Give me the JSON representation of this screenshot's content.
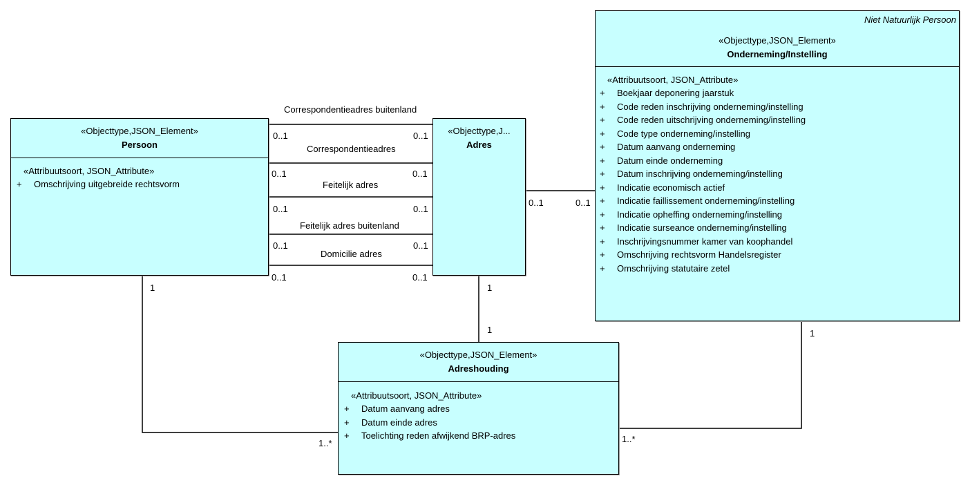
{
  "classes": {
    "persoon": {
      "stereotype": "«Objecttype,JSON_Element»",
      "name": "Persoon",
      "attr_stereotype": "«Attribuutsoort, JSON_Attribute»",
      "attributes": [
        {
          "visibility": "+",
          "name": "Omschrijving uitgebreide rechtsvorm"
        }
      ]
    },
    "adres": {
      "stereotype": "«Objecttype,J...",
      "name": "Adres"
    },
    "onderneming": {
      "tag": "Niet Natuurlijk Persoon",
      "stereotype": "«Objecttype,JSON_Element»",
      "name": "Onderneming/Instelling",
      "attr_stereotype": "«Attribuutsoort, JSON_Attribute»",
      "attributes": [
        {
          "visibility": "+",
          "name": "Boekjaar deponering jaarstuk"
        },
        {
          "visibility": "+",
          "name": "Code reden inschrijving onderneming/instelling"
        },
        {
          "visibility": "+",
          "name": "Code reden uitschrijving onderneming/instelling"
        },
        {
          "visibility": "+",
          "name": "Code type onderneming/instelling"
        },
        {
          "visibility": "+",
          "name": "Datum aanvang onderneming"
        },
        {
          "visibility": "+",
          "name": "Datum einde onderneming"
        },
        {
          "visibility": "+",
          "name": "Datum inschrijving onderneming/instelling"
        },
        {
          "visibility": "+",
          "name": "Indicatie economisch actief"
        },
        {
          "visibility": "+",
          "name": "Indicatie faillissement onderneming/instelling"
        },
        {
          "visibility": "+",
          "name": "Indicatie opheffing onderneming/instelling"
        },
        {
          "visibility": "+",
          "name": "Indicatie surseance onderneming/instelling"
        },
        {
          "visibility": "+",
          "name": "Inschrijvingsnummer kamer van koophandel"
        },
        {
          "visibility": "+",
          "name": "Omschrijving rechtsvorm Handelsregister"
        },
        {
          "visibility": "+",
          "name": "Omschrijving statutaire zetel"
        }
      ]
    },
    "adreshouding": {
      "stereotype": "«Objecttype,JSON_Element»",
      "name": "Adreshouding",
      "attr_stereotype": "«Attribuutsoort, JSON_Attribute»",
      "attributes": [
        {
          "visibility": "+",
          "name": "Datum aanvang adres"
        },
        {
          "visibility": "+",
          "name": "Datum einde adres"
        },
        {
          "visibility": "+",
          "name": "Toelichting reden afwijkend BRP-adres"
        }
      ]
    }
  },
  "associations": [
    {
      "name": "Correspondentieadres buitenland",
      "source_mult": "0..1",
      "target_mult": "0..1"
    },
    {
      "name": "Correspondentieadres",
      "source_mult": "0..1",
      "target_mult": "0..1"
    },
    {
      "name": "Feitelijk adres",
      "source_mult": "0..1",
      "target_mult": "0..1"
    },
    {
      "name": "Feitelijk adres buitenland",
      "source_mult": "0..1",
      "target_mult": "0..1"
    },
    {
      "name": "Domicilie adres",
      "source_mult": "0..1",
      "target_mult": "0..1"
    },
    {
      "name": "",
      "source_mult": "0..1",
      "target_mult": "0..1"
    },
    {
      "name": "",
      "source_mult": "1",
      "target_mult": "1..*"
    },
    {
      "name": "",
      "source_mult": "1",
      "target_mult": "1"
    },
    {
      "name": "",
      "source_mult": "1",
      "target_mult": "1..*"
    }
  ]
}
